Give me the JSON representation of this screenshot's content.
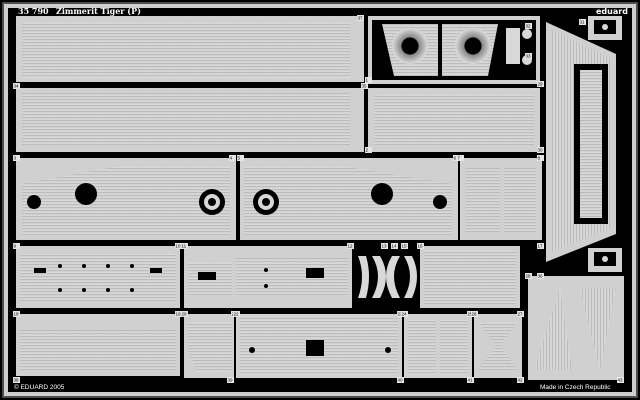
{
  "sheet": {
    "code": "35 790",
    "title": "Zimmerit Tiger (P)",
    "brand": "eduard",
    "copyright": "© EDUARD 2005",
    "made_in": "Made in Czech Republic"
  },
  "part_numbers": [
    "1",
    "2",
    "3",
    "4",
    "5",
    "6",
    "7",
    "8",
    "9",
    "10",
    "11",
    "12",
    "13",
    "14",
    "15",
    "16",
    "17",
    "18",
    "19",
    "20",
    "21",
    "22",
    "23",
    "24",
    "25",
    "26",
    "27",
    "28",
    "29",
    "30",
    "31",
    "32",
    "33",
    "34",
    "35",
    "36",
    "37",
    "38",
    "39",
    "40",
    "41",
    "42",
    "43"
  ],
  "colors": {
    "fret_background": "#000000",
    "brass_plate": "#d8d8d8",
    "zimmerit_stripe": "#bcbcbc",
    "header_text": "#ffffff"
  }
}
